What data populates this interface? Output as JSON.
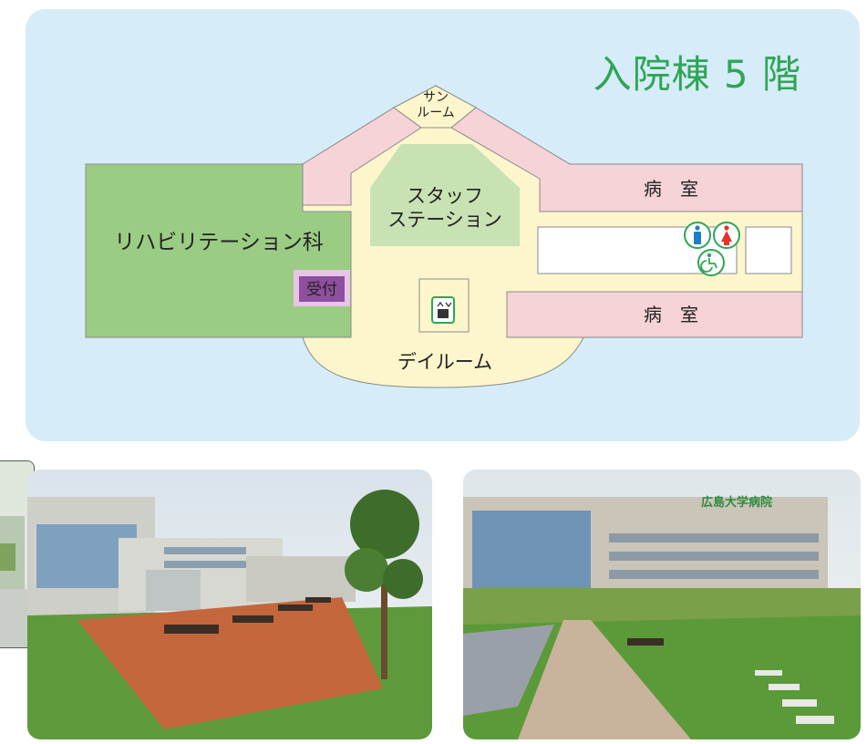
{
  "floor": {
    "title": "入院棟 5 階"
  },
  "rooms": {
    "sunroom_line1": "サン",
    "sunroom_line2": "ルーム",
    "staff_line1": "スタッフ",
    "staff_line2": "ステーション",
    "rehab": "リハビリテーション科",
    "reception": "受付",
    "ward_upper": "病　室",
    "ward_lower": "病　室",
    "dayroom": "デイルーム"
  },
  "sign": {
    "rooftop_building": "広島大学病院"
  },
  "icons": [
    "elevator-icon",
    "mens-restroom-icon",
    "womens-restroom-icon",
    "accessible-restroom-icon"
  ],
  "colors": {
    "panel": "#d6ecf8",
    "rehab": "#9bcc84",
    "corridor": "#fdf6cc",
    "ward": "#f6d3d6",
    "staff": "#c8e2b4",
    "reception": "#8e4f9e",
    "title": "#2fa556"
  }
}
